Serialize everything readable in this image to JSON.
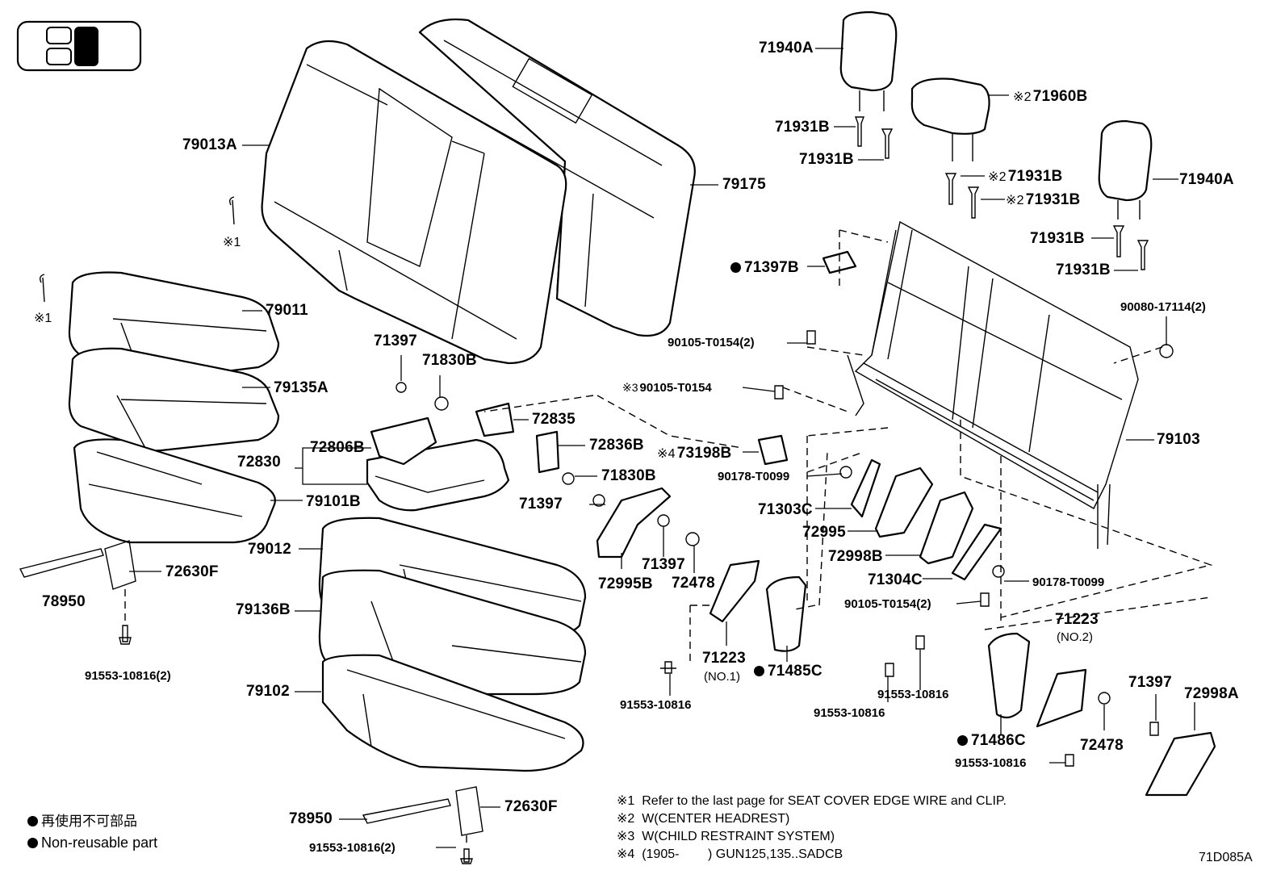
{
  "legend": {
    "non_reusable_jp": "再使用不可部品",
    "non_reusable_en": "Non-reusable part"
  },
  "notes": [
    {
      "mark": "※1",
      "text": "Refer to the last page for SEAT COVER EDGE WIRE and CLIP."
    },
    {
      "mark": "※2",
      "text": "W(CENTER  HEADREST)"
    },
    {
      "mark": "※3",
      "text": "W(CHILD RESTRAINT SYSTEM)"
    },
    {
      "mark": "※4",
      "text": "(1905-        ) GUN125,135..SADCB"
    }
  ],
  "diagram_code": "71D085A",
  "marks": {
    "m1": "※1",
    "m2": "※2",
    "m3": "※3",
    "m4": "※4"
  },
  "labels": {
    "p79013A": "79013A",
    "p79175": "79175",
    "p79011": "79011",
    "p79135A": "79135A",
    "p79101B": "79101B",
    "p72630F_a": "72630F",
    "p78950_a": "78950",
    "p91553_10816_2_a": "91553-10816(2)",
    "p71397_a": "71397",
    "p71830B_a": "71830B",
    "p72835": "72835",
    "p72836B": "72836B",
    "p71830B_b": "71830B",
    "p72830": "72830",
    "p72806B": "72806B",
    "p71397_b": "71397",
    "p79012": "79012",
    "p79136B": "79136B",
    "p79102": "79102",
    "p78950_b": "78950",
    "p72630F_b": "72630F",
    "p91553_10816_2_b": "91553-10816(2)",
    "p72995B": "72995B",
    "p71397_c": "71397",
    "p72478_a": "72478",
    "p71223_no1": "71223",
    "p71223_no1_sub": "(NO.1)",
    "p91553_10816_a": "91553-10816",
    "p71485C": "71485C",
    "p71940A_a": "71940A",
    "p71931B_a": "71931B",
    "p71931B_b": "71931B",
    "p71960B": "71960B",
    "p71931B_c": "71931B",
    "p71931B_d": "71931B",
    "p71940A_b": "71940A",
    "p71931B_e": "71931B",
    "p71931B_f": "71931B",
    "p71397B": "71397B",
    "p90080_17114_2": "90080-17114(2)",
    "p90105_T0154_2_a": "90105-T0154(2)",
    "p90105_T0154": "90105-T0154",
    "p79103": "79103",
    "p73198B": "73198B",
    "p90178_T0099_a": "90178-T0099",
    "p71303C": "71303C",
    "p72995": "72995",
    "p72998B": "72998B",
    "p71304C": "71304C",
    "p90178_T0099_b": "90178-T0099",
    "p90105_T0154_2_b": "90105-T0154(2)",
    "p71223_no2": "71223",
    "p71223_no2_sub": "(NO.2)",
    "p91553_10816_b": "91553-10816",
    "p91553_10816_c": "91553-10816",
    "p71486C": "71486C",
    "p91553_10816_d": "91553-10816",
    "p71397_d": "71397",
    "p72478_b": "72478",
    "p72998A": "72998A"
  }
}
